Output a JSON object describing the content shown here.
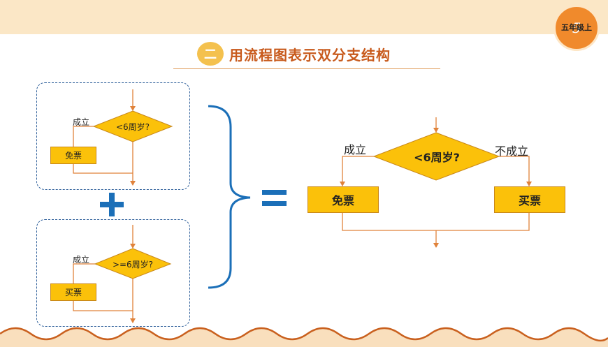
{
  "header": {
    "grade_number": "5",
    "grade_label": "五年级上"
  },
  "title": {
    "number": "二",
    "text": "用流程图表示双分支结构"
  },
  "left_top": {
    "yes_label": "成立",
    "condition": "<6周岁?",
    "action": "免票"
  },
  "left_bottom": {
    "yes_label": "成立",
    "condition": ">=6周岁?",
    "action": "买票"
  },
  "combined": {
    "yes_label": "成立",
    "no_label": "不成立",
    "condition": "<6周岁?",
    "yes_action": "免票",
    "no_action": "买票"
  },
  "colors": {
    "node_fill": "#fbc10a",
    "line": "#e0823a",
    "accent_blue": "#1b6fb8",
    "panel_border": "#2e5f9a"
  },
  "icons": [
    "plus-icon",
    "equals-icon",
    "right-brace-icon",
    "wave-border"
  ]
}
